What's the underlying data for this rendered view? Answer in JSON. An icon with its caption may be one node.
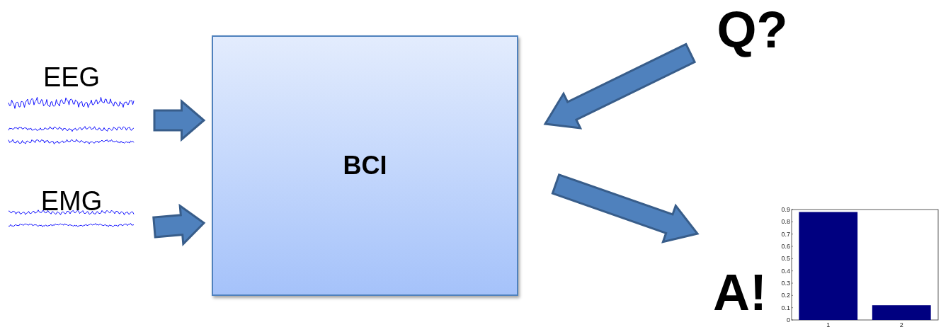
{
  "diagram": {
    "nodes": [
      {
        "text": [
          "EEG"
        ]
      },
      {
        "text": [
          "EMG"
        ]
      },
      {
        "text": [
          "BCI"
        ]
      },
      {
        "text": [
          "Q?"
        ]
      },
      {
        "text": [
          "A!"
        ]
      }
    ],
    "edges": [
      {
        "from": 0,
        "to": 2,
        "arrow": "to"
      },
      {
        "from": 1,
        "to": 2,
        "arrow": "to"
      },
      {
        "from": 3,
        "to": 2,
        "arrow": "to"
      },
      {
        "from": 2,
        "to": 4,
        "arrow": "to"
      }
    ],
    "chart_data": {
      "type": "bar",
      "categories": [
        "1",
        "2"
      ],
      "values": [
        0.88,
        0.12
      ],
      "ylim": [
        0,
        0.9
      ],
      "yticks": [
        0,
        0.1,
        0.2,
        0.3,
        0.4,
        0.5,
        0.6,
        0.7,
        0.8,
        0.9
      ]
    }
  }
}
